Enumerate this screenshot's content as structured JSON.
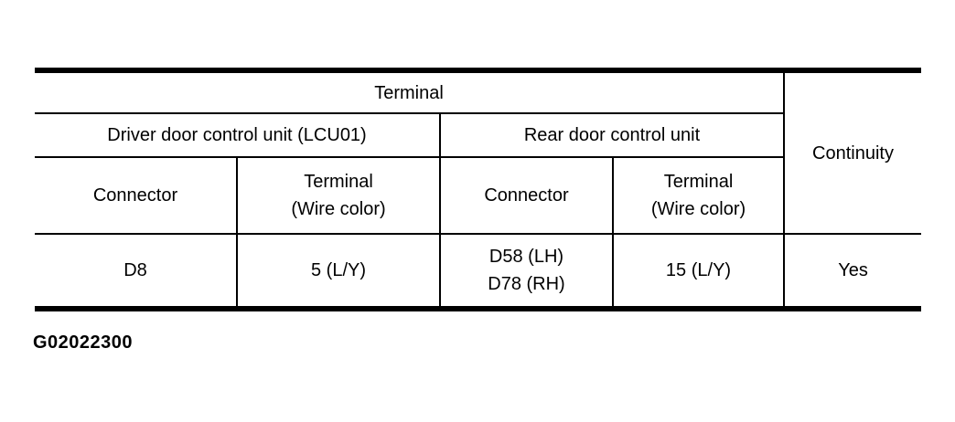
{
  "figure": {
    "caption": "G02022300",
    "colors": {
      "background": "#ffffff",
      "border": "#000000",
      "text": "#000000"
    }
  },
  "table": {
    "type": "table",
    "header": {
      "terminal_group": "Terminal",
      "continuity": "Continuity",
      "driver_group": "Driver door control unit (LCU01)",
      "rear_group": "Rear door control unit",
      "columns": [
        "Connector",
        "Terminal\n(Wire color)",
        "Connector",
        "Terminal\n(Wire color)"
      ]
    },
    "rows": [
      {
        "driver_connector": "D8",
        "driver_terminal": "5 (L/Y)",
        "rear_connector": "D58 (LH)\nD78 (RH)",
        "rear_terminal": "15 (L/Y)",
        "continuity": "Yes"
      }
    ]
  }
}
